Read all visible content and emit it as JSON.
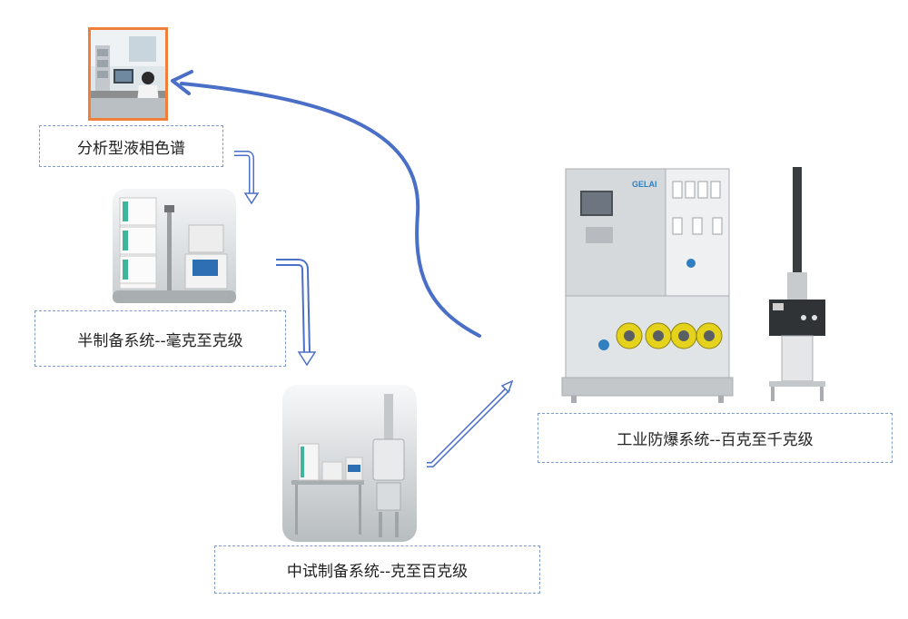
{
  "stages": {
    "analytical": {
      "label": "分析型液相色谱"
    },
    "semi_prep": {
      "label": "半制备系统--毫克至克级"
    },
    "pilot": {
      "label": "中试制备系统--克至百克级"
    },
    "industrial": {
      "label": "工业防爆系统--百克至千克级"
    }
  },
  "equipment": {
    "brand_text": "GELAI"
  },
  "colors": {
    "flow_arrow": "#4a6fc7",
    "return_arrow": "#4a6fc7",
    "box_border": "#7e9cc9",
    "photo_frame": "#ef7f3a"
  }
}
